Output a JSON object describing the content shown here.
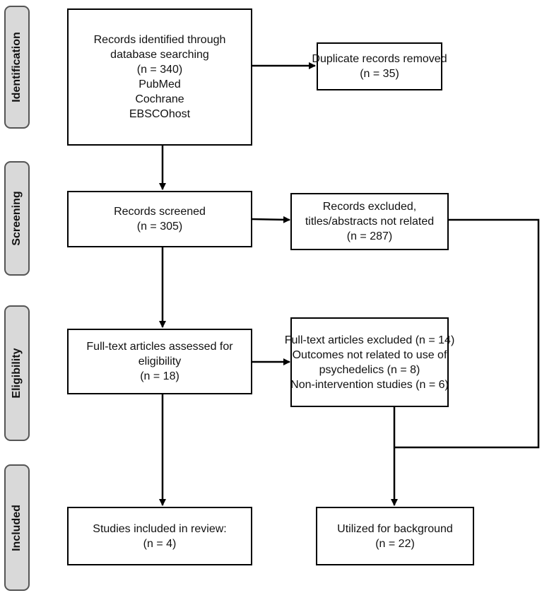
{
  "phases": {
    "identification": "Identification",
    "screening": "Screening",
    "eligibility": "Eligibility",
    "included": "Included"
  },
  "boxes": {
    "identified": [
      "Records identified through",
      "database searching",
      "(n = 340)",
      "PubMed",
      "Cochrane",
      "EBSCOhost"
    ],
    "duplicates": [
      "Duplicate records removed",
      "(n = 35)"
    ],
    "screened": [
      "Records screened",
      "(n = 305)"
    ],
    "excluded_screening": [
      "Records excluded,",
      "titles/abstracts not related",
      "(n = 287)"
    ],
    "fulltext": [
      "Full-text articles assessed for",
      "eligibility",
      "(n = 18)"
    ],
    "excluded_fulltext": [
      "Full-text articles excluded (n = 14)",
      "Outcomes not related to use of",
      "psychedelics (n = 8)",
      "Non-intervention studies (n = 6)"
    ],
    "included_review": [
      "Studies included in review:",
      "(n = 4)"
    ],
    "background": [
      "Utilized for background",
      "(n = 22)"
    ]
  }
}
